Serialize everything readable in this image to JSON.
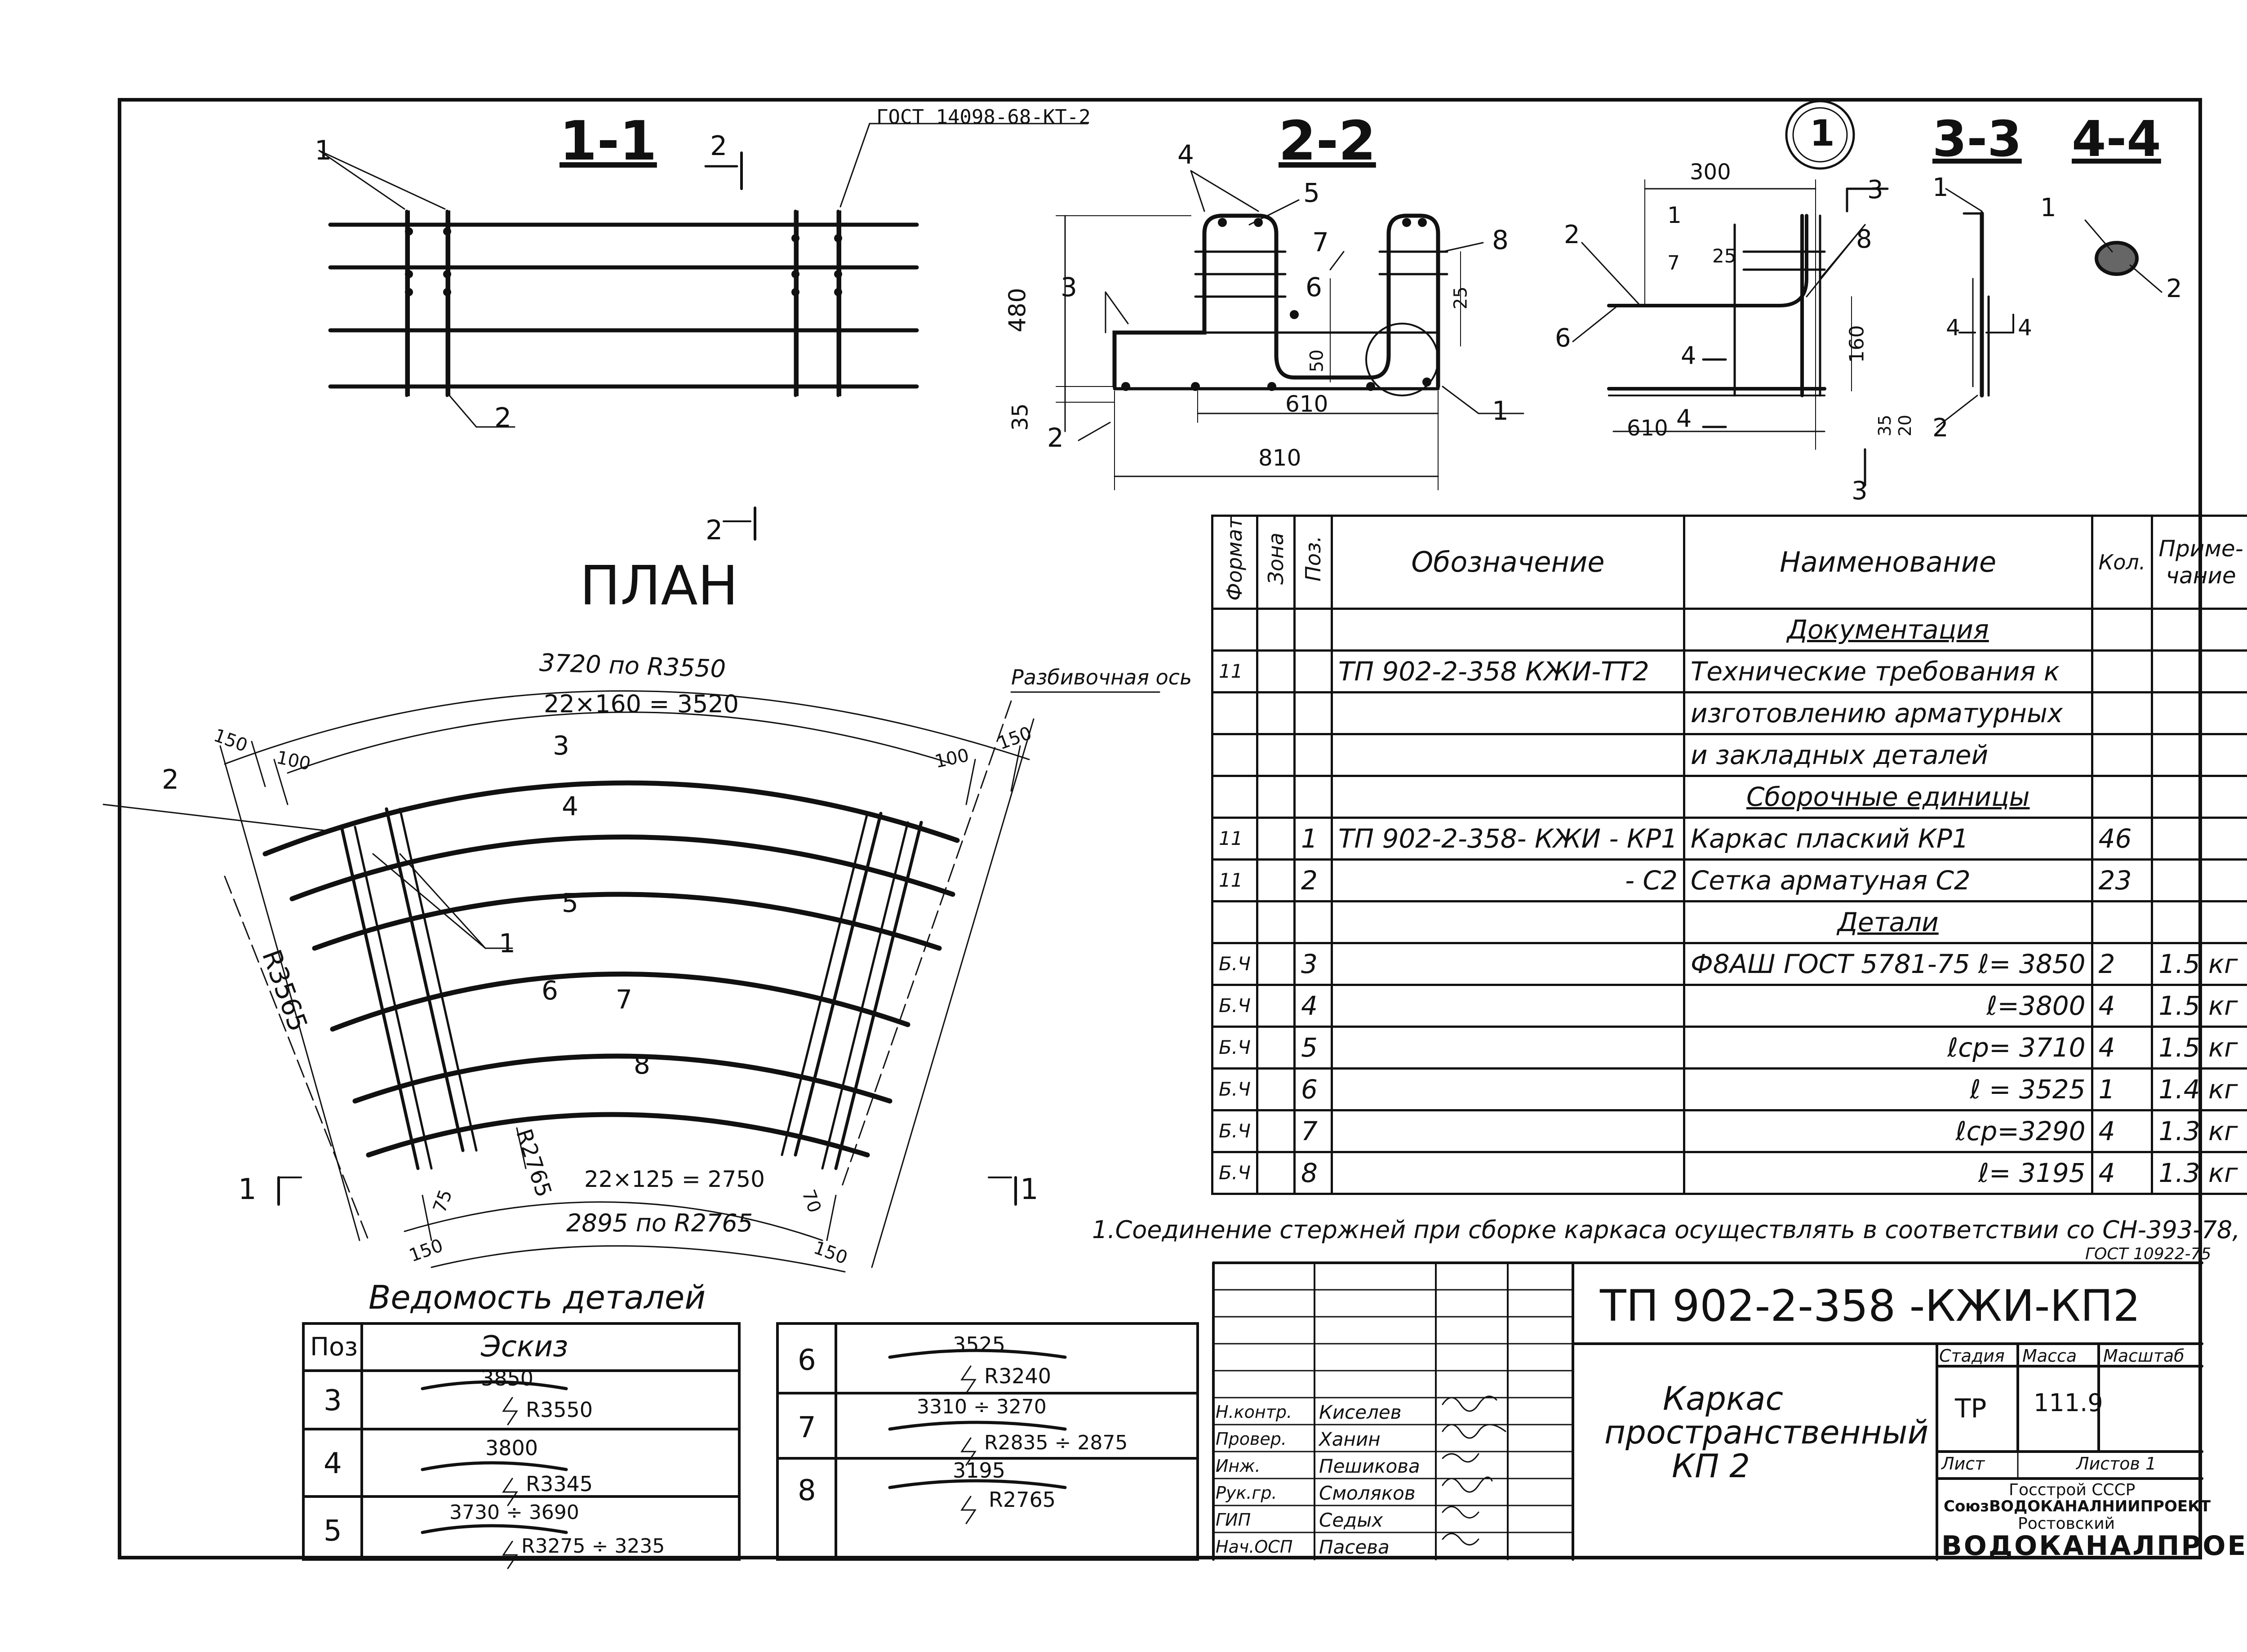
{
  "sections": {
    "s11": "1-1",
    "s22": "2-2",
    "s33": "3-3",
    "s44": "4-4",
    "node": "1",
    "plan": "ПЛАН",
    "gost_weld": "ГОСТ 14098-68-КТ-2"
  },
  "dims": {
    "d300": "300",
    "d480": "480",
    "d35": "35",
    "d610": "610",
    "d810": "810",
    "d50": "50",
    "d25": "25",
    "d160": "160",
    "d20": "20",
    "d610b": "610",
    "plan_arc_top": "3720 по R3550",
    "plan_pitch_top": "22×160 = 3520",
    "plan_150a": "150",
    "plan_100a": "100",
    "plan_100b": "100",
    "plan_150b": "150",
    "plan_r3565": "R3565",
    "plan_r2765": "R2765",
    "plan_pitch_bot": "22×125 = 2750",
    "plan_arc_bot": "2895 по R2765",
    "plan_75": "75",
    "plan_150c": "150",
    "plan_70": "70",
    "plan_150d": "150",
    "axis_label": "Разбивочная ось"
  },
  "positions": {
    "p1": "1",
    "p2": "2",
    "p3": "3",
    "p4": "4",
    "p5": "5",
    "p6": "6",
    "p7": "7",
    "p8": "8"
  },
  "spec": {
    "headers": {
      "format": "Формат",
      "zone": "Зона",
      "pos": "Поз.",
      "designation": "Обозначение",
      "name": "Наименование",
      "qty": "Кол.",
      "note": "Приме- чание"
    },
    "rows": [
      {
        "format": "",
        "pos": "",
        "designation": "",
        "name": "Документация",
        "qty": "",
        "note": "",
        "header": true
      },
      {
        "format": "11",
        "pos": "",
        "designation": "ТП 902-2-358   КЖИ-ТТ2",
        "name": "Технические требования к",
        "qty": "",
        "note": ""
      },
      {
        "format": "",
        "pos": "",
        "designation": "",
        "name": "изготовлению арматурных",
        "qty": "",
        "note": ""
      },
      {
        "format": "",
        "pos": "",
        "designation": "",
        "name": "и закладных деталей",
        "qty": "",
        "note": ""
      },
      {
        "format": "",
        "pos": "",
        "designation": "",
        "name": "Сборочные единицы",
        "qty": "",
        "note": "",
        "header": true
      },
      {
        "format": "11",
        "pos": "1",
        "designation": "ТП 902-2-358- КЖИ - КР1",
        "name": "Каркас плаский КР1",
        "qty": "46",
        "note": ""
      },
      {
        "format": "11",
        "pos": "2",
        "designation": "- С2",
        "name": "Сетка арматуная С2",
        "qty": "23",
        "note": ""
      },
      {
        "format": "",
        "pos": "",
        "designation": "",
        "name": "Детали",
        "qty": "",
        "note": "",
        "header": true
      },
      {
        "format": "Б.Ч",
        "pos": "3",
        "designation": "",
        "name": "Ф8АШ ГОСТ 5781-75 ℓ= 3850",
        "qty": "2",
        "note": "1.5 кг"
      },
      {
        "format": "Б.Ч",
        "pos": "4",
        "designation": "",
        "name": "ℓ=3800",
        "qty": "4",
        "note": "1.5 кг"
      },
      {
        "format": "Б.Ч",
        "pos": "5",
        "designation": "",
        "name": "ℓср= 3710",
        "qty": "4",
        "note": "1.5 кг"
      },
      {
        "format": "Б.Ч",
        "pos": "6",
        "designation": "",
        "name": "ℓ = 3525",
        "qty": "1",
        "note": "1.4 кг"
      },
      {
        "format": "Б.Ч",
        "pos": "7",
        "designation": "",
        "name": "ℓср=3290",
        "qty": "4",
        "note": "1.3 кг"
      },
      {
        "format": "Б.Ч",
        "pos": "8",
        "designation": "",
        "name": "ℓ= 3195",
        "qty": "4",
        "note": "1.3 кг"
      }
    ]
  },
  "note1": "1.Соединение стержней при сборке каркаса осуществлять в соответствии со СН-393-78,",
  "note1b": "ГОСТ 10922-75",
  "details": {
    "title": "Ведомость деталей",
    "head_pos": "Поз.",
    "head_sketch": "Эскиз",
    "left": [
      {
        "pos": "3",
        "len": "3850",
        "radius": "R3550"
      },
      {
        "pos": "4",
        "len": "3800",
        "radius": "R3345"
      },
      {
        "pos": "5",
        "len": "3730 ÷ 3690",
        "radius": "R3275 ÷ 3235"
      }
    ],
    "right": [
      {
        "pos": "6",
        "len": "3525",
        "radius": "R3240"
      },
      {
        "pos": "7",
        "len": "3310 ÷ 3270",
        "radius": "R2835 ÷ 2875"
      },
      {
        "pos": "8",
        "len": "3195",
        "radius": "R2765"
      }
    ]
  },
  "stamp": {
    "code": "ТП 902-2-358 -КЖИ-КП2",
    "title_l1": "Каркас",
    "title_l2": "пространственный",
    "title_l3": "КП 2",
    "stage_h": "Стадия",
    "mass_h": "Масса",
    "scale_h": "Масштаб",
    "stage": "ТР",
    "mass": "111.9",
    "sheet_h": "Лист",
    "sheets_h": "Листов 1",
    "org1": "Госстрой СССР",
    "org2": "СоюзВОДОКАНАЛНИИПРОЕКТ",
    "org3": "Ростовский",
    "org4": "ВОДОКАНАЛПРОЕКТ",
    "people": [
      {
        "role": "Н.контр.",
        "name": "Киселев"
      },
      {
        "role": "Провер.",
        "name": "Ханин"
      },
      {
        "role": "Инж.",
        "name": "Пешикова"
      },
      {
        "role": "Рук.гр.",
        "name": "Смоляков"
      },
      {
        "role": "ГИП",
        "name": "Седых"
      },
      {
        "role": "Нач.ОСП",
        "name": "Пасева"
      }
    ]
  }
}
